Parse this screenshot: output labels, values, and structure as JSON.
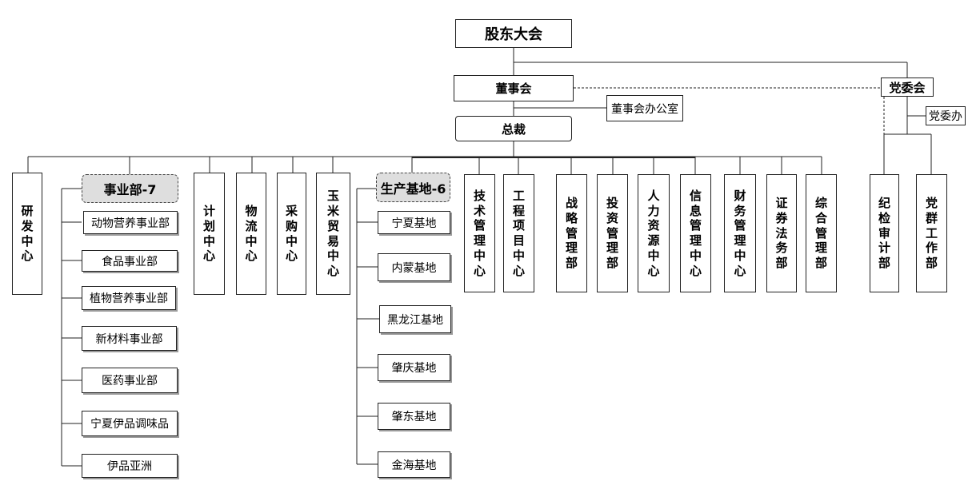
{
  "top": {
    "shareholders": "股东大会",
    "board": "董事会",
    "board_office": "董事会办公室",
    "president": "总裁",
    "party_committee": "党委会",
    "party_office": "党委办"
  },
  "business_division": {
    "title": "事业部-7",
    "items": [
      "动物营养事业部",
      "食品事业部",
      "植物营养事业部",
      "新材料事业部",
      "医药事业部",
      "宁夏伊品调味品",
      "伊品亚洲"
    ]
  },
  "production_bases": {
    "title": "生产基地-6",
    "items": [
      "宁夏基地",
      "内蒙基地",
      "黑龙江基地",
      "肇庆基地",
      "肇东基地",
      "金海基地"
    ]
  },
  "centers": {
    "rd": "研发中心",
    "plan": "计划中心",
    "logistics": "物流中心",
    "purchase": "采购中心",
    "corn_trade": "玉米贸易中心",
    "tech": "技术管理中心",
    "engineering": "工程项目中心",
    "strategy": "战略管理部",
    "investment": "投资管理部",
    "hr": "人力资源中心",
    "info": "信息管理中心",
    "finance": "财务管理中心",
    "securities": "证券法务部",
    "general": "综合管理部",
    "discipline": "纪检审计部",
    "party_work": "党群工作部"
  }
}
